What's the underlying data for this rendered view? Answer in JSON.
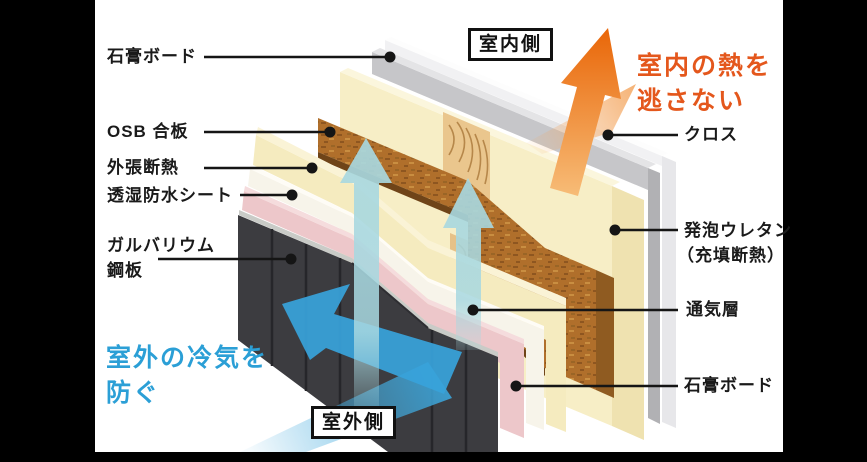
{
  "side_tags": {
    "indoor": "室内側",
    "outdoor": "室外側"
  },
  "callouts": {
    "cold_line1": "室外の冷気を",
    "cold_line2": "防ぐ",
    "heat_line1": "室内の熱を",
    "heat_line2": "逃さない"
  },
  "labels_left": [
    {
      "id": "gypsum-board-inner",
      "text": "石膏ボード"
    },
    {
      "id": "osb-panel",
      "text": "OSB 合板"
    },
    {
      "id": "exterior-insulation",
      "text": "外張断熱"
    },
    {
      "id": "waterproof-sheet",
      "text": "透湿防水シート"
    },
    {
      "id": "galvalume-steel",
      "line1": "ガルバリウム",
      "line2": "鋼板"
    }
  ],
  "labels_right": [
    {
      "id": "cloth-wallpaper",
      "text": "クロス"
    },
    {
      "id": "urethane-foam",
      "line1": "発泡ウレタン",
      "line2": "（充填断熱）"
    },
    {
      "id": "ventilation-layer",
      "text": "通気層"
    },
    {
      "id": "gypsum-board-outer",
      "text": "石膏ボード"
    }
  ],
  "colors": {
    "background": "#000000",
    "panel": "#ffffff",
    "accent_blue": "#2b9fd6",
    "accent_orange": "#e4571c",
    "leader_line": "#151515"
  }
}
